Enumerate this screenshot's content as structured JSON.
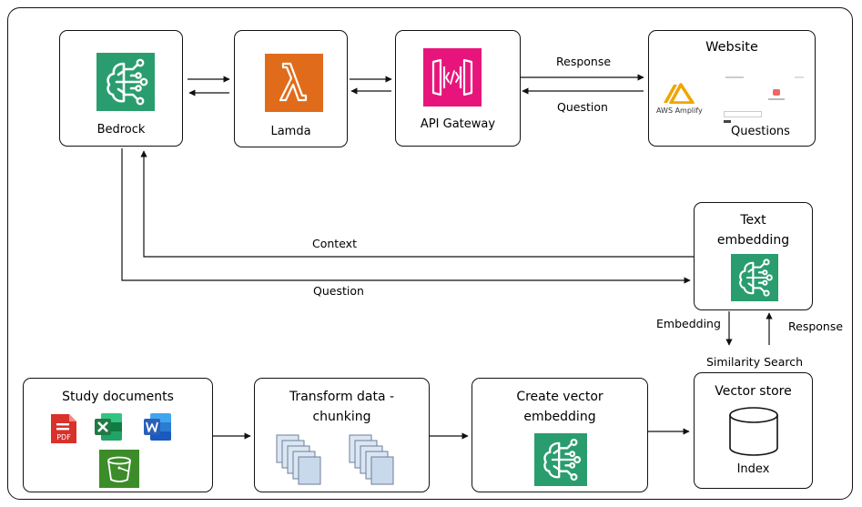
{
  "nodes": {
    "bedrock": {
      "label": "Bedrock"
    },
    "lambda": {
      "label": "Lamda"
    },
    "api_gateway": {
      "label": "API Gateway"
    },
    "website": {
      "title": "Website",
      "amplify_label": "AWS Amplify",
      "questions_label": "Questions"
    },
    "text_embedding": {
      "title_line1": "Text",
      "title_line2": "embedding"
    },
    "study_documents": {
      "title": "Study documents",
      "pdf_label": "PDF"
    },
    "transform_data": {
      "title_line1": "Transform data -",
      "title_line2": "chunking"
    },
    "create_vector": {
      "title_line1": "Create vector",
      "title_line2": "embedding"
    },
    "vector_store": {
      "title": "Vector store",
      "index_label": "Index"
    }
  },
  "edges": {
    "response_top": "Response",
    "question_top": "Question",
    "context": "Context",
    "question_mid": "Question",
    "embedding": "Embedding",
    "response_right": "Response",
    "similarity_search": "Similarity Search"
  },
  "colors": {
    "bedrock_green": "#2a9d6f",
    "lambda_orange": "#e06c1b",
    "api_pink": "#e7157b",
    "pdf_red": "#d9312b",
    "excel_green": "#1f7a43",
    "word_blue": "#2b5fb8",
    "bucket_green": "#3d8c2a",
    "amplify_orange": "#f0a500",
    "page_blue": "#c9d9ec"
  }
}
